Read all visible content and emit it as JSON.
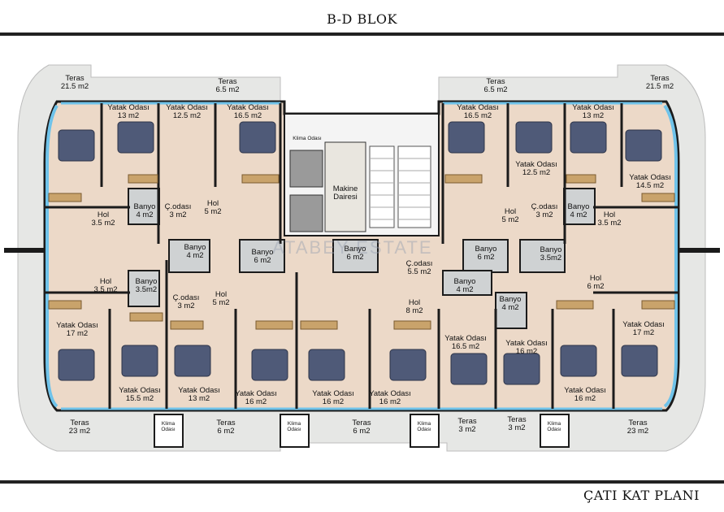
{
  "title": "B-D BLOK",
  "footer_title": "ÇATI KAT PLANI",
  "watermark": "ATABEY ESTATE",
  "rooms": [
    {
      "id": "teras-tl",
      "l1": "Teras",
      "l2": "21.5 m2"
    },
    {
      "id": "teras-t1",
      "l1": "Teras",
      "l2": "6.5 m2"
    },
    {
      "id": "teras-t2",
      "l1": "Teras",
      "l2": "6.5 m2"
    },
    {
      "id": "teras-tr",
      "l1": "Teras",
      "l2": "21.5 m2"
    },
    {
      "id": "yatak-a",
      "l1": "Yatak Odası",
      "l2": "13 m2"
    },
    {
      "id": "yatak-b",
      "l1": "Yatak Odası",
      "l2": "12.5 m2"
    },
    {
      "id": "yatak-c",
      "l1": "Yatak Odası",
      "l2": "16.5 m2"
    },
    {
      "id": "yatak-d",
      "l1": "Yatak Odası",
      "l2": "16.5 m2"
    },
    {
      "id": "yatak-e",
      "l1": "Yatak Odası",
      "l2": "13 m2"
    },
    {
      "id": "yatak-f",
      "l1": "Yatak Odası",
      "l2": "12.5 m2"
    },
    {
      "id": "yatak-g",
      "l1": "Yatak Odası",
      "l2": "14.5 m2"
    },
    {
      "id": "klima-top",
      "l1": "Klima Odası",
      "l2": ""
    },
    {
      "id": "makine",
      "l1": "Makine",
      "l2": "Dairesi"
    },
    {
      "id": "hol-a",
      "l1": "Hol",
      "l2": "3.5 m2"
    },
    {
      "id": "banyo-a",
      "l1": "Banyo",
      "l2": "4 m2"
    },
    {
      "id": "codasi-a",
      "l1": "Ç.odası",
      "l2": "3 m2"
    },
    {
      "id": "hol-b",
      "l1": "Hol",
      "l2": "5 m2"
    },
    {
      "id": "hol-c",
      "l1": "Hol",
      "l2": "5 m2"
    },
    {
      "id": "codasi-b",
      "l1": "Ç.odası",
      "l2": "3 m2"
    },
    {
      "id": "banyo-b",
      "l1": "Banyo",
      "l2": "4 m2"
    },
    {
      "id": "hol-d",
      "l1": "Hol",
      "l2": "3.5 m2"
    },
    {
      "id": "banyo-c",
      "l1": "Banyo",
      "l2": "4 m2"
    },
    {
      "id": "banyo-d",
      "l1": "Banyo",
      "l2": "6 m2"
    },
    {
      "id": "banyo-e",
      "l1": "Banyo",
      "l2": "6 m2"
    },
    {
      "id": "banyo-f",
      "l1": "Banyo",
      "l2": "6 m2"
    },
    {
      "id": "banyo-g",
      "l1": "Banyo",
      "l2": "3.5m2"
    },
    {
      "id": "codasi-c",
      "l1": "Ç.odası",
      "l2": "5.5 m2"
    },
    {
      "id": "banyo-h",
      "l1": "Banyo",
      "l2": "4 m2"
    },
    {
      "id": "hol-e",
      "l1": "Hol",
      "l2": "3.5 m2"
    },
    {
      "id": "banyo-i",
      "l1": "Banyo",
      "l2": "3.5m2"
    },
    {
      "id": "codasi-d",
      "l1": "Ç.odası",
      "l2": "3 m2"
    },
    {
      "id": "hol-f",
      "l1": "Hol",
      "l2": "5 m2"
    },
    {
      "id": "hol-g",
      "l1": "Hol",
      "l2": "8 m2"
    },
    {
      "id": "hol-h",
      "l1": "Hol",
      "l2": "6 m2"
    },
    {
      "id": "banyo-j",
      "l1": "Banyo",
      "l2": "4 m2"
    },
    {
      "id": "yatak-h",
      "l1": "Yatak Odası",
      "l2": "17 m2"
    },
    {
      "id": "yatak-i",
      "l1": "Yatak Odası",
      "l2": "15.5 m2"
    },
    {
      "id": "yatak-j",
      "l1": "Yatak Odası",
      "l2": "13 m2"
    },
    {
      "id": "yatak-k",
      "l1": "Yatak Odası",
      "l2": "16 m2"
    },
    {
      "id": "yatak-l",
      "l1": "Yatak Odası",
      "l2": "16 m2"
    },
    {
      "id": "yatak-m",
      "l1": "Yatak Odası",
      "l2": "16 m2"
    },
    {
      "id": "yatak-n",
      "l1": "Yatak Odası",
      "l2": "16.5 m2"
    },
    {
      "id": "yatak-o",
      "l1": "Yatak Odası",
      "l2": "16 m2"
    },
    {
      "id": "yatak-p",
      "l1": "Yatak Odası",
      "l2": "16 m2"
    },
    {
      "id": "yatak-q",
      "l1": "Yatak Odası",
      "l2": "17 m2"
    },
    {
      "id": "teras-bl",
      "l1": "Teras",
      "l2": "23 m2"
    },
    {
      "id": "teras-b1",
      "l1": "Teras",
      "l2": "6 m2"
    },
    {
      "id": "teras-b2",
      "l1": "Teras",
      "l2": "6 m2"
    },
    {
      "id": "teras-b3",
      "l1": "Teras",
      "l2": "3 m2"
    },
    {
      "id": "teras-b4",
      "l1": "Teras",
      "l2": "3 m2"
    },
    {
      "id": "teras-br",
      "l1": "Teras",
      "l2": "23 m2"
    },
    {
      "id": "klima-b1",
      "l1": "Klima",
      "l2": "Odası"
    },
    {
      "id": "klima-b2",
      "l1": "Klima",
      "l2": "Odası"
    },
    {
      "id": "klima-b3",
      "l1": "Klima",
      "l2": "Odası"
    },
    {
      "id": "klima-b4",
      "l1": "Klima",
      "l2": "Odası"
    }
  ],
  "colors": {
    "terrace": "#e6e7e5",
    "floor": "#ecd9c8",
    "wall": "#1b1b1b",
    "glass": "#6fc3ea",
    "bed": "#4f5a78",
    "wardrobe": "#c9a36b",
    "tile": "#cfd2d3",
    "core": "#f4f4f4"
  }
}
